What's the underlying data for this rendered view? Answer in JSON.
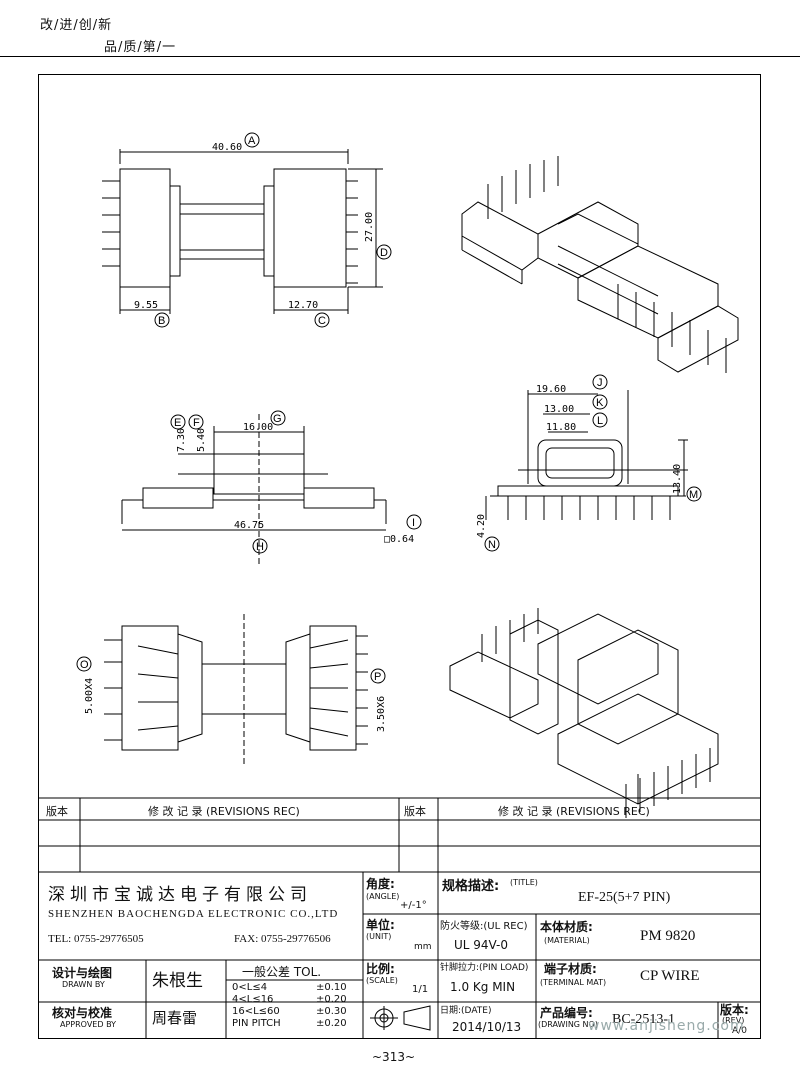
{
  "header": {
    "slogan_line1": "改/进/创/新",
    "slogan_line2": "品/质/第/一"
  },
  "dimensions": {
    "a": "40.60",
    "b": "9.55",
    "c": "12.70",
    "d": "27.00",
    "e": "7.30",
    "f": "5.40",
    "g": "16.00",
    "h": "46.75",
    "i": "□0.64",
    "j": "19.60",
    "k": "13.00",
    "l": "11.80",
    "m": "13.40",
    "n": "4.20",
    "o": "5.00X4",
    "p": "3.50X6"
  },
  "balloons": [
    "A",
    "B",
    "C",
    "D",
    "E",
    "F",
    "G",
    "H",
    "I",
    "J",
    "K",
    "L",
    "M",
    "N",
    "O",
    "P"
  ],
  "revisions": {
    "left_header": "版本",
    "left_title": "修 改 记 录 (REVISIONS REC)",
    "right_header": "版本",
    "right_title": "修 改 记 录 (REVISIONS REC)"
  },
  "title_block": {
    "company_cn": "深圳市宝诚达电子有限公司",
    "company_en": "SHENZHEN BAOCHENGDA ELECTRONIC CO.,LTD",
    "tel": "TEL: 0755-29776505",
    "fax": "FAX: 0755-29776506",
    "angle_label": "角度:",
    "angle_en": "(ANGLE)",
    "angle_value": "+/-1°",
    "title_label": "规格描述:",
    "title_en": "(TITLE)",
    "title_value": "EF-25(5+7 PIN)",
    "unit_label": "单位:",
    "unit_en": "(UNIT)",
    "unit_value": "mm",
    "ul_label": "防火等级:(UL REC)",
    "ul_value": "UL 94V-0",
    "material_label": "本体材质:",
    "material_en": "(MATERIAL)",
    "material_value": "PM 9820",
    "drawn_label": "设计与绘图",
    "drawn_en": "DRAWN BY",
    "drawn_value": "朱根生",
    "tol_title": "一般公差 TOL.",
    "tol_rows": [
      {
        "range": "0<L≤4",
        "value": "±0.10"
      },
      {
        "range": "4<L≤16",
        "value": "±0.20"
      },
      {
        "range": "16<L≤60",
        "value": "±0.30"
      },
      {
        "range": "PIN PITCH",
        "value": "±0.20"
      }
    ],
    "scale_label": "比例:",
    "scale_en": "(SCALE)",
    "scale_value": "1/1",
    "pinload_label": "针脚拉力:(PIN LOAD)",
    "pinload_value": "1.0 Kg MIN",
    "terminal_label": "端子材质:",
    "terminal_en": "(TERMINAL MAT)",
    "terminal_value": "CP WIRE",
    "approved_label": "核对与校准",
    "approved_en": "APPROVED BY",
    "approved_value": "周春雷",
    "date_label": "日期:(DATE)",
    "date_value": "2014/10/13",
    "drawing_label": "产品编号:",
    "drawing_en": "(DRAWING NO)",
    "drawing_value": "BC-2513-1",
    "rev_label": "版本:",
    "rev_en": "(REV)",
    "rev_value": "A/0"
  },
  "page_number": "~313~",
  "watermark": "www.anjisheng.com"
}
